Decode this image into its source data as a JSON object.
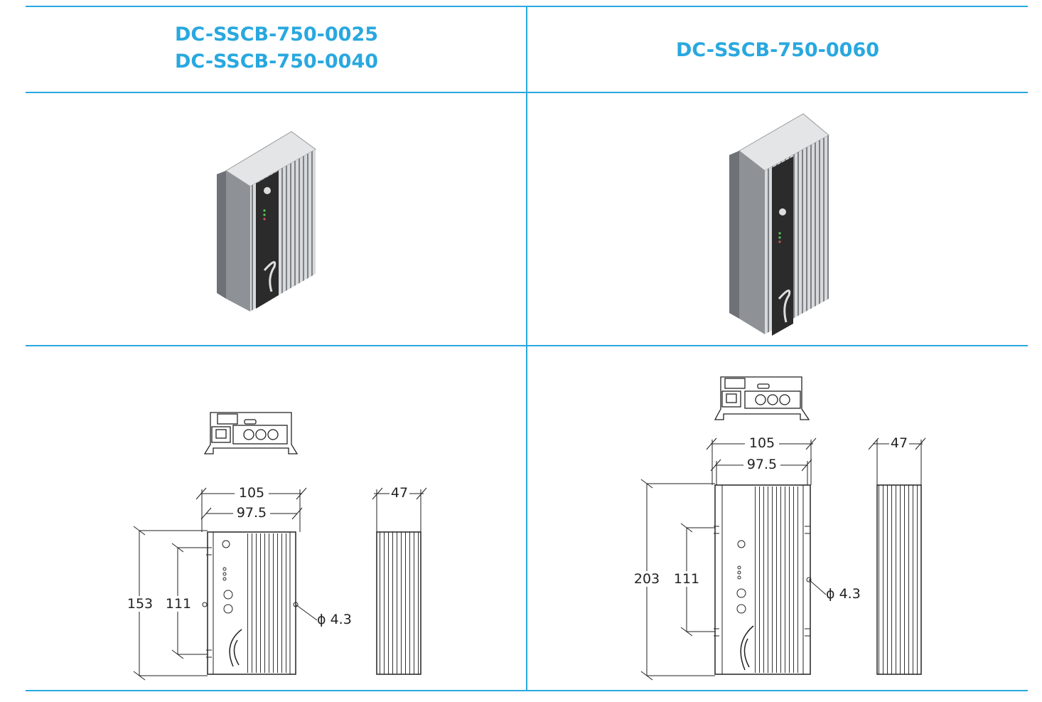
{
  "columns": [
    {
      "titles": [
        "DC-SSCB-750-0025",
        "DC-SSCB-750-0040"
      ],
      "dims": {
        "width_outer": "105",
        "width_inner": "97.5",
        "depth": "47",
        "height": "153",
        "hole_spacing": "111",
        "hole_dia": "ϕ 4.3"
      }
    },
    {
      "titles": [
        "DC-SSCB-750-0060"
      ],
      "dims": {
        "width_outer": "105",
        "width_inner": "97.5",
        "depth": "47",
        "height": "203",
        "hole_spacing": "111",
        "hole_dia": "ϕ 4.3"
      }
    }
  ],
  "colors": {
    "accent": "#29a8df",
    "line": "#222222",
    "panel": "#2b2b2b",
    "metal": "#b9bcbf"
  }
}
